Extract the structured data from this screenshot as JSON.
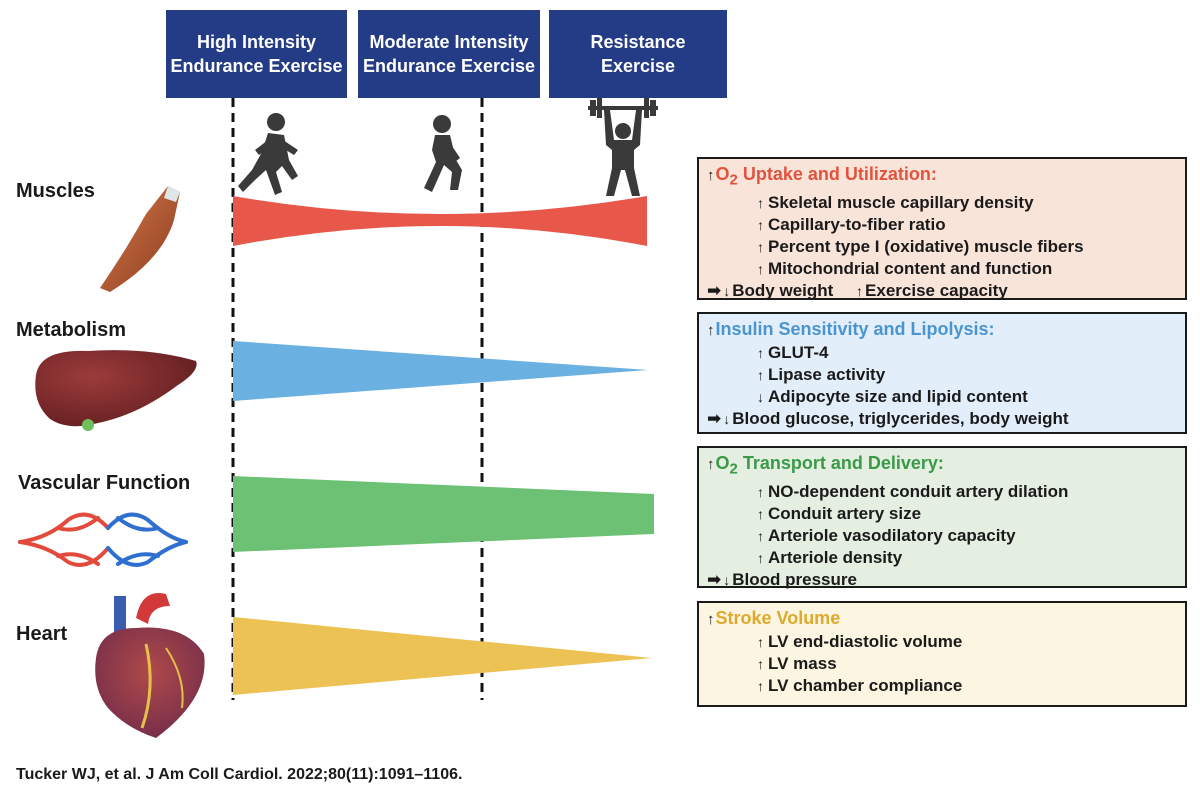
{
  "headers": [
    {
      "line1": "High Intensity",
      "line2": "Endurance Exercise"
    },
    {
      "line1": "Moderate Intensity",
      "line2": "Endurance Exercise"
    },
    {
      "line1": "Resistance",
      "line2": "Exercise"
    }
  ],
  "rows": [
    {
      "label": "Muscles"
    },
    {
      "label": "Metabolism"
    },
    {
      "label": "Vascular Function"
    },
    {
      "label": "Heart"
    }
  ],
  "wedge_colors": {
    "muscles": "#e8584a",
    "metabolism": "#6ab0e0",
    "vascular": "#6cc174",
    "heart": "#ecc254"
  },
  "boxes": [
    {
      "title_pre": "O",
      "title_sub": "2",
      "title_post": " Uptake and Utilization:",
      "title_color": "#e2533f",
      "bg": "#f9e4da",
      "items": [
        "Skeletal muscle capillary density",
        "Capillary-to-fiber ratio",
        "Percent type I (oxidative) muscle fibers",
        "Mitochondrial content and function"
      ],
      "item_arrows": [
        "↑",
        "↑",
        "↑",
        "↑"
      ],
      "outcome_a": "Body weight",
      "outcome_b": "Exercise capacity"
    },
    {
      "title_pre": "Insulin Sensitivity and Lipolysis:",
      "title_color": "#4a95d1",
      "bg": "#e2eef9",
      "items": [
        "GLUT-4",
        "Lipase activity",
        "Adipocyte size and lipid content"
      ],
      "item_arrows": [
        "↑",
        "↑",
        "↓"
      ],
      "outcome_a": "Blood glucose, triglycerides, body weight"
    },
    {
      "title_pre": "O",
      "title_sub": "2",
      "title_post": " Transport and Delivery:",
      "title_color": "#3a9a48",
      "bg": "#e4efe2",
      "items": [
        "NO-dependent conduit artery dilation",
        "Conduit artery size",
        "Arteriole vasodilatory capacity",
        "Arteriole density"
      ],
      "item_arrows": [
        "↑",
        "↑",
        "↑",
        "↑"
      ],
      "outcome_a": "Blood pressure"
    },
    {
      "title_pre": "Stroke Volume",
      "title_color": "#e0a92b",
      "bg": "#fbf5e1",
      "items": [
        "LV end-diastolic volume",
        "LV mass",
        "LV chamber compliance"
      ],
      "item_arrows": [
        "↑",
        "↑",
        "↑"
      ]
    }
  ],
  "arrows": {
    "up": "↑",
    "down": "↓",
    "fat": "➡"
  },
  "citation": "Tucker WJ, et al. J Am Coll Cardiol. 2022;80(11):1091–1106."
}
